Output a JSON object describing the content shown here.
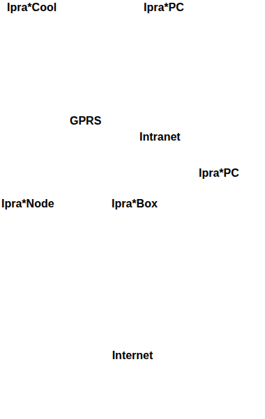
{
  "diagram": {
    "nodes": [
      {
        "text": [
          "Ipra*Cool"
        ]
      },
      {
        "text": [
          "Ipra*PC"
        ]
      },
      {
        "text": [
          "GPRS"
        ]
      },
      {
        "text": [
          "Intranet"
        ]
      },
      {
        "text": [
          "Ipra*PC"
        ]
      },
      {
        "text": [
          "Ipra*Node"
        ]
      },
      {
        "text": [
          "Ipra*Box"
        ]
      },
      {
        "text": [
          "Internet"
        ]
      }
    ],
    "edges": [
      {
        "from": 0,
        "to": 5,
        "arrow": "none"
      },
      {
        "from": 5,
        "to": 6,
        "arrow": "none"
      },
      {
        "from": 6,
        "to": 1,
        "arrow": "none"
      },
      {
        "from": 5,
        "to": 4,
        "arrow": "none"
      }
    ]
  }
}
